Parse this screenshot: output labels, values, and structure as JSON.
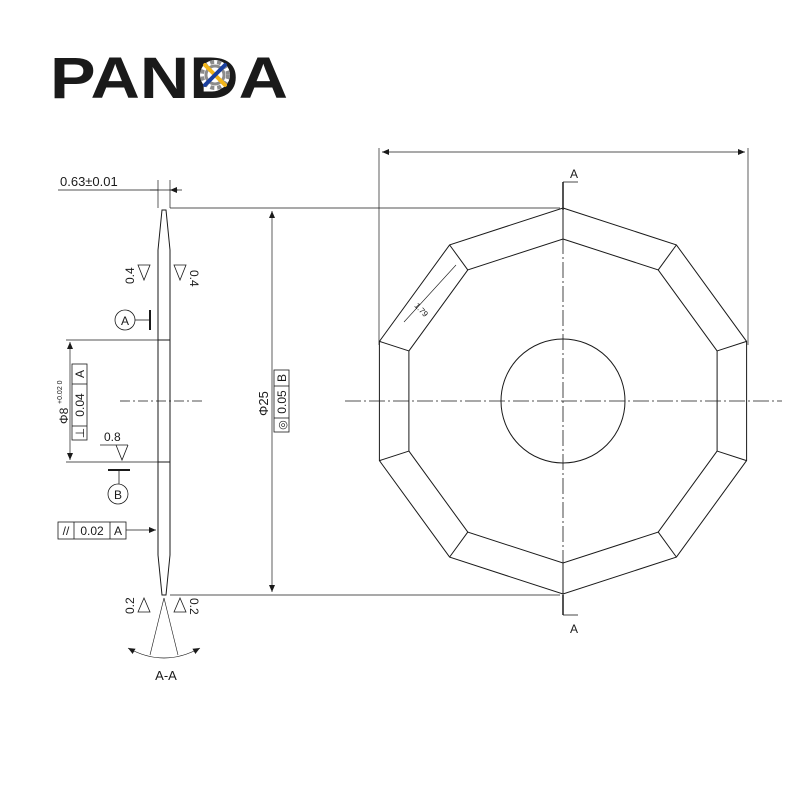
{
  "logo": {
    "text": "PANDA",
    "brand_color": "#1a3f9e",
    "accent_color": "#f2b51a",
    "gear_color": "#8c8c8c"
  },
  "side_view": {
    "thickness": "0.63±0.01",
    "bevel_top_left": "0.4",
    "bevel_top_right": "0.4",
    "datum_a": "A",
    "datum_b": "B",
    "bore_dim": "Φ8",
    "bore_tol": "+0.02 0",
    "perp_symbol": "⊥",
    "perp_value": "0.04",
    "perp_datum": "A",
    "bore_roughness": "0.8",
    "parallel_symbol": "//",
    "parallel_value": "0.02",
    "parallel_datum": "A",
    "bevel_bottom_left": "0.2",
    "bevel_bottom_right": "0.2",
    "section_label": "A-A"
  },
  "center_dim": {
    "diameter": "Φ25",
    "conc_symbol": "◎",
    "conc_value": "0.05",
    "conc_datum": "B"
  },
  "front_view": {
    "section_top": "A",
    "section_bottom": "A",
    "bevel_width": "1.79"
  }
}
